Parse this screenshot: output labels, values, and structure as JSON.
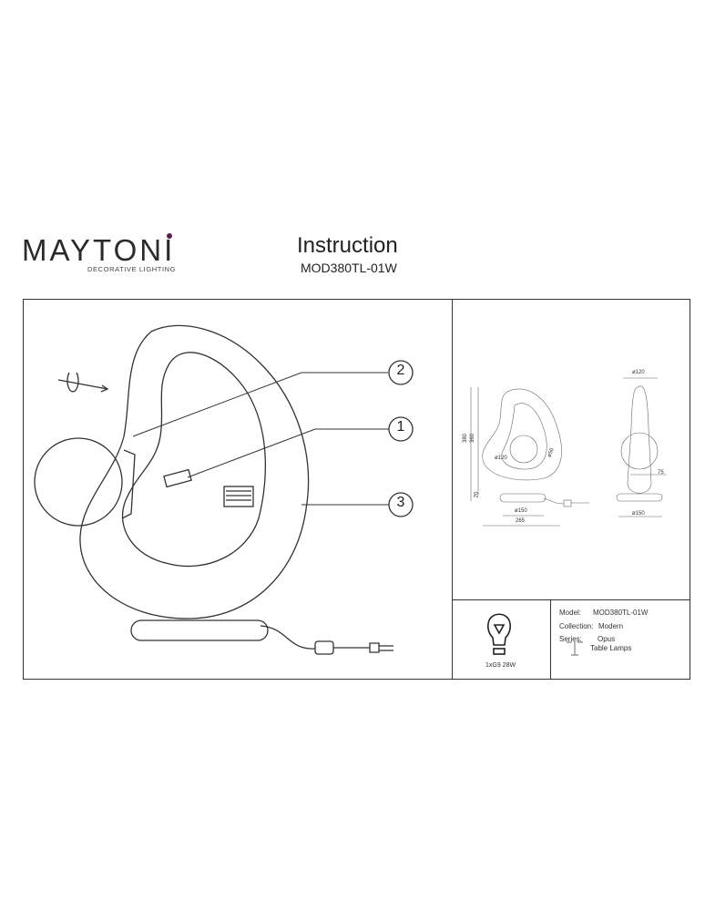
{
  "header": {
    "brand": "MAYTONI",
    "brand_tagline": "DECORATIVE LIGHTING",
    "title": "Instruction",
    "model": "MOD380TL-01W"
  },
  "callouts": [
    "2",
    "1",
    "3"
  ],
  "dimensions": {
    "height_total": "380",
    "height_body": "360",
    "base_height": "20",
    "shade_diameter": "ø120",
    "inner": "ø50",
    "base_diameter": "ø150",
    "width": "265",
    "side_top": "ø120",
    "side_depth": "75",
    "side_base": "ø150"
  },
  "bulb": {
    "icon": "light-bulb-icon",
    "label": "1xG9 28W"
  },
  "specs": {
    "model_label": "Model:",
    "model_value": "MOD380TL-01W",
    "collection_label": "Collection:",
    "collection_value": "Modern",
    "series_label": "Series:",
    "series_value": "Opus",
    "type_value": "Table Lamps",
    "type_icon": "table-lamp-icon"
  },
  "colors": {
    "brand_accent": "#5a1f4f",
    "line": "#333333"
  }
}
